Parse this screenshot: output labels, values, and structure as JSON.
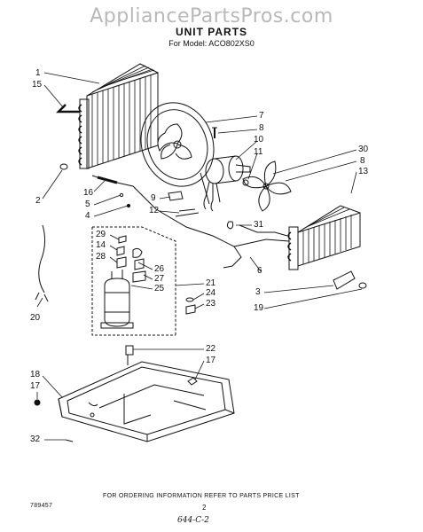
{
  "header": {
    "watermark": "AppliancePartsPros.com",
    "title": "UNIT PARTS",
    "model": "For Model: ACO802XS0"
  },
  "callouts": [
    "1",
    "15",
    "7",
    "8",
    "10",
    "11",
    "30",
    "8",
    "13",
    "2",
    "16",
    "5",
    "4",
    "9",
    "12",
    "29",
    "14",
    "28",
    "26",
    "27",
    "25",
    "21",
    "24",
    "23",
    "31",
    "6",
    "3",
    "19",
    "20",
    "22",
    "17",
    "18",
    "17",
    "32"
  ],
  "footer": {
    "instruction": "FOR ORDERING INFORMATION REFER TO PARTS PRICE LIST",
    "part_number": "789457",
    "page": "2",
    "handwritten": "644-C-2"
  },
  "colors": {
    "line": "#111111",
    "watermark": "#b8b8b8"
  }
}
